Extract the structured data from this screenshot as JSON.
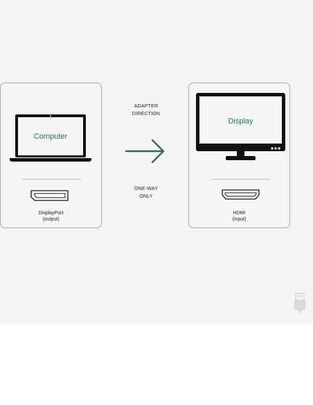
{
  "left_device": {
    "screen_label": "Computer",
    "port_name": "DisplayPort",
    "port_role": "(output)",
    "icon": "laptop-icon",
    "port_icon": "displayport-icon"
  },
  "right_device": {
    "screen_label": "Display",
    "port_name": "HDMI",
    "port_role": "(input)",
    "icon": "monitor-icon",
    "port_icon": "hdmi-icon"
  },
  "direction": {
    "line1": "ADAPTER",
    "line2": "DIRECTION",
    "arrow_icon": "right-arrow-icon"
  },
  "mode": {
    "line1": "ONE-WAY",
    "line2": "ONLY"
  },
  "colors": {
    "accent": "#2e6b52",
    "device": "#111111",
    "panel": "#f4f4f3",
    "card_border": "#a9a9a9"
  }
}
